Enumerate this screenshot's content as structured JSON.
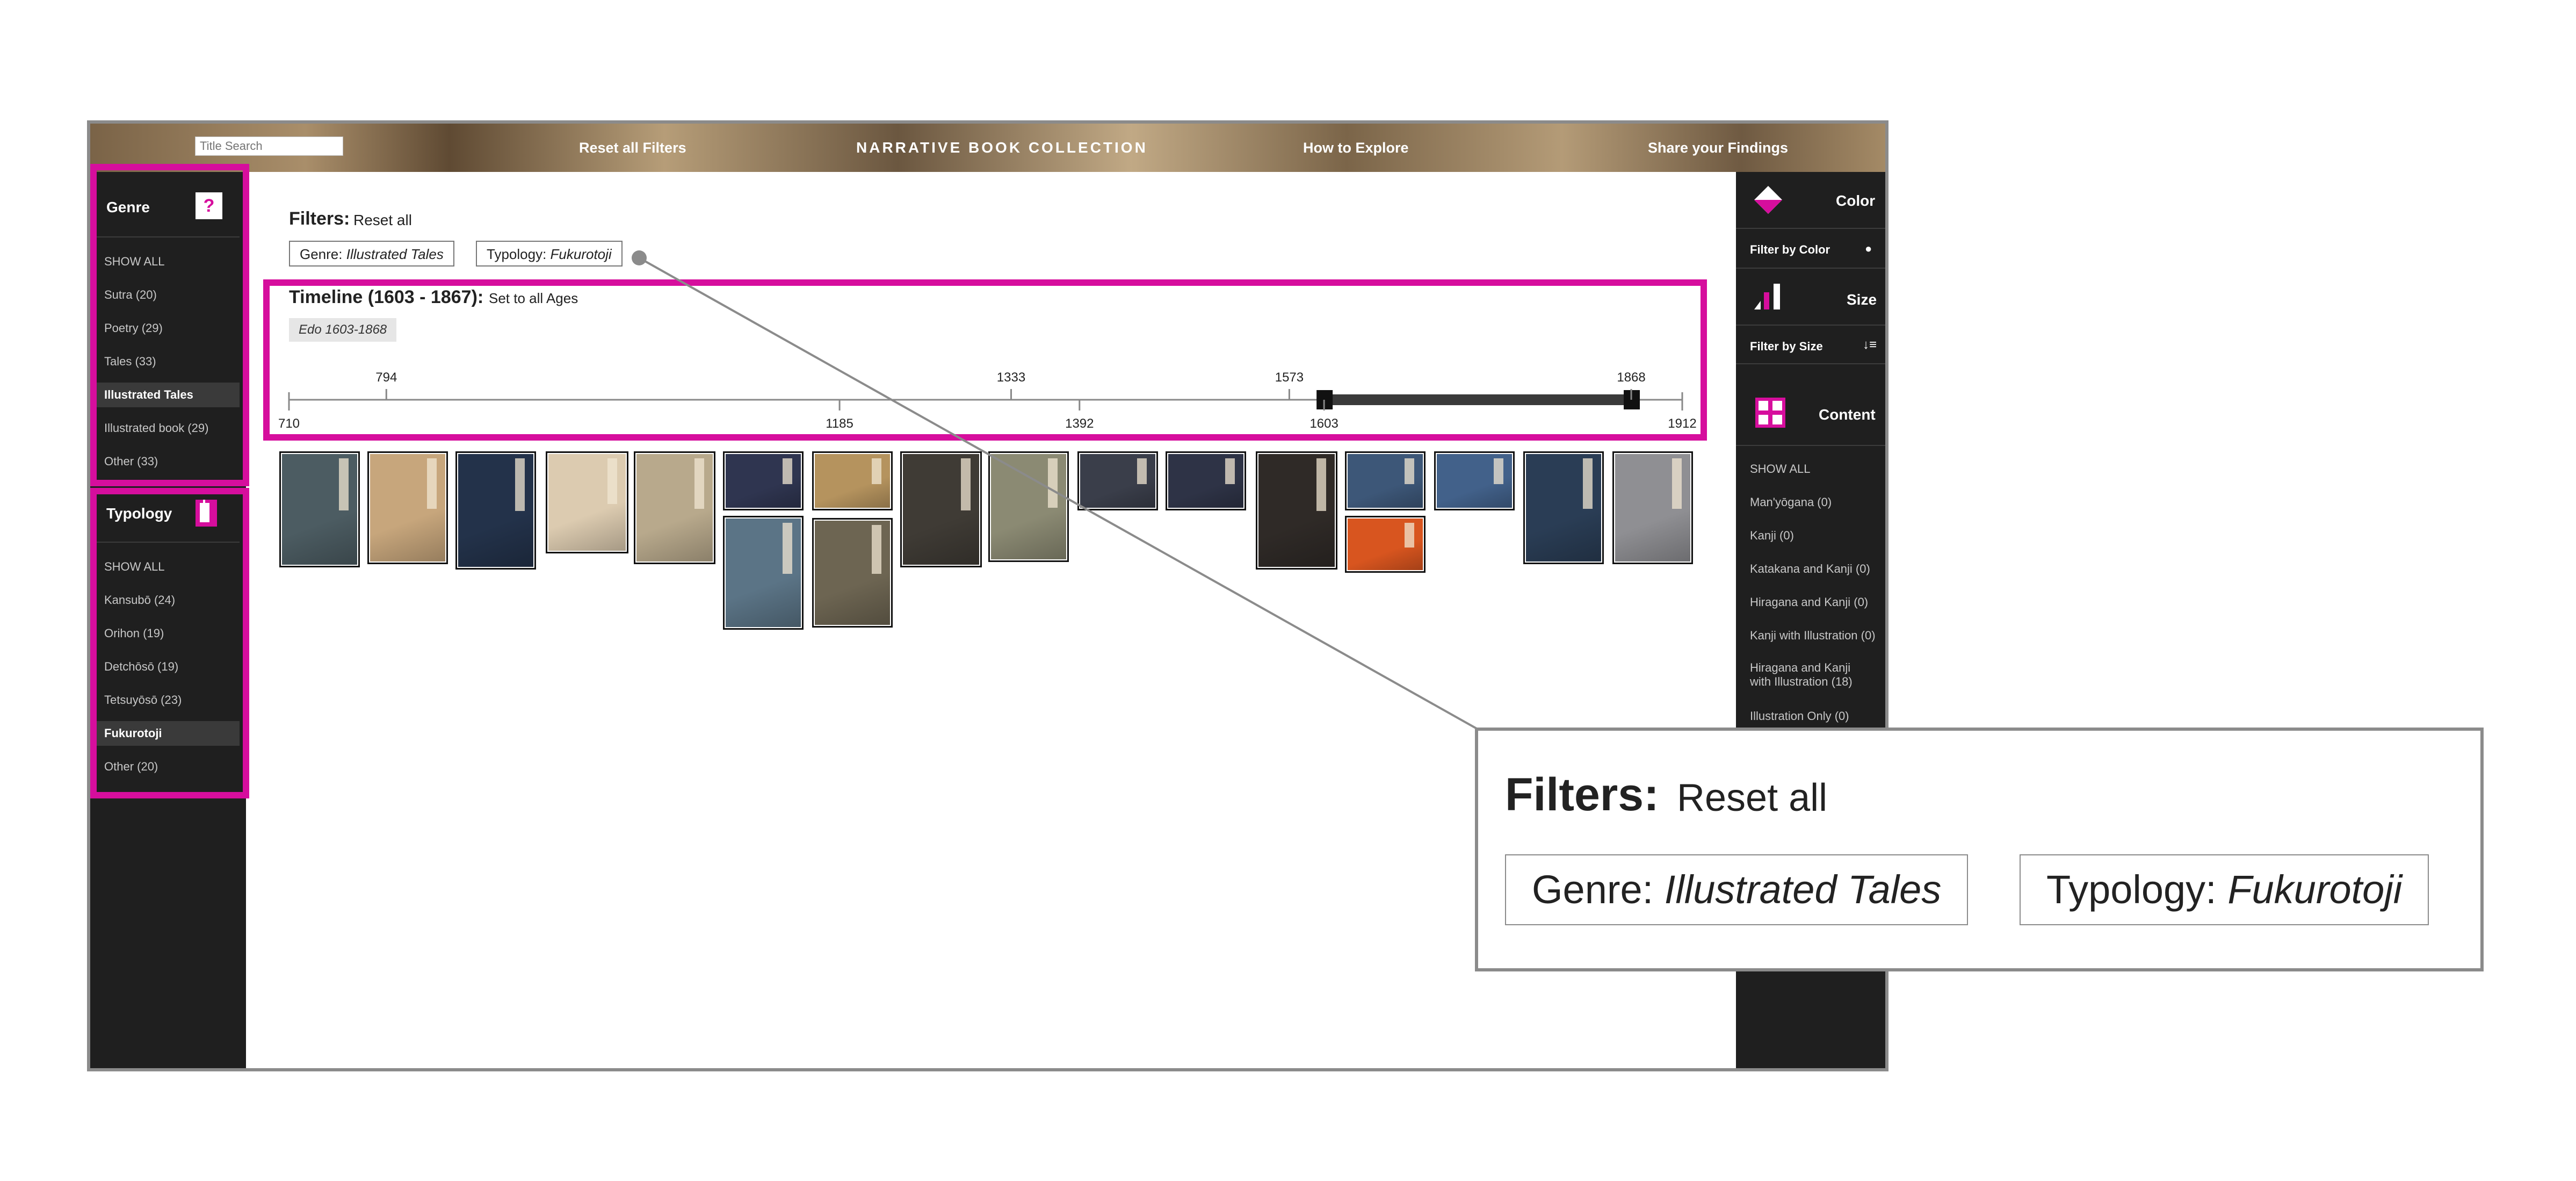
{
  "header": {
    "search_placeholder": "Title Search",
    "reset_filters": "Reset all Filters",
    "site_title": "NARRATIVE BOOK COLLECTION",
    "how_to": "How to Explore",
    "share": "Share your Findings"
  },
  "genre": {
    "heading": "Genre",
    "help": "?",
    "items": [
      "SHOW ALL",
      "Sutra (20)",
      "Poetry (29)",
      "Tales (33)",
      "Illustrated Tales",
      "Illustrated book (29)",
      "Other (33)"
    ],
    "active": "Illustrated Tales"
  },
  "typology": {
    "heading": "Typology",
    "items": [
      "SHOW ALL",
      "Kansubō (24)",
      "Orihon (19)",
      "Detchōsō (19)",
      "Tetsuyōsō (23)",
      "Fukurotoji",
      "Other (20)"
    ],
    "active": "Fukurotoji"
  },
  "right_panel": {
    "color_label": "Color",
    "filter_color": "Filter by Color",
    "size_label": "Size",
    "filter_size": "Filter by Size",
    "content_label": "Content",
    "content_items": [
      "SHOW ALL",
      "Man'yōgana (0)",
      "Kanji (0)",
      "Katakana and Kanji (0)",
      "Hiragana and Kanji (0)",
      "Kanji with Illustration (0)",
      "Hiragana and Kanji with Illustration (18)",
      "Illustration Only (0)"
    ]
  },
  "filters": {
    "title": "Filters:",
    "reset": "Reset all",
    "genre_key": "Genre:",
    "genre_value": "Illustrated Tales",
    "typology_key": "Typology:",
    "typology_value": "Fukurotoji"
  },
  "timeline": {
    "title": "Timeline (1603 - 1867):",
    "set_all": "Set to all Ages",
    "era_badge": "Edo 1603-1868",
    "axis_min": 710,
    "axis_max": 1912,
    "ticks_top": [
      "794",
      "1333",
      "1573",
      "1868"
    ],
    "ticks_bottom": [
      "710",
      "1185",
      "1392",
      "1603",
      "1912"
    ],
    "range_start": 1603,
    "range_end": 1868
  },
  "books": {
    "colors": [
      "#4c5c62",
      "#c7a67c",
      "#23324a",
      "#dccbb0",
      "#b8a98c",
      "#2f3550",
      "#b5935e",
      "#3f3b35",
      "#8b8a73",
      "#3a3e4a",
      "#2e3346",
      "#2f2a27",
      "#3d5778",
      "#42618a",
      "#2a3d55",
      "#8f8f93",
      "#5b7486",
      "#6d6552",
      "#d8551f"
    ]
  }
}
